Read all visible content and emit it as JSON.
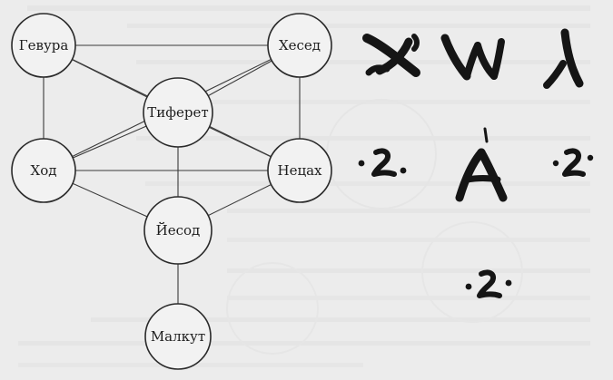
{
  "diagram": {
    "nodes": [
      {
        "id": "gevura",
        "label": "Гевура"
      },
      {
        "id": "hesed",
        "label": "Хесед"
      },
      {
        "id": "tiferet",
        "label": "Тиферет"
      },
      {
        "id": "hod",
        "label": "Ход"
      },
      {
        "id": "netsah",
        "label": "Нецах"
      },
      {
        "id": "yesod",
        "label": "Йесод"
      },
      {
        "id": "malkut",
        "label": "Малкут"
      }
    ],
    "edges": [
      [
        "gevura",
        "hesed"
      ],
      [
        "gevura",
        "tiferet"
      ],
      [
        "gevura",
        "hod"
      ],
      [
        "gevura",
        "netsah"
      ],
      [
        "hesed",
        "tiferet"
      ],
      [
        "hesed",
        "netsah"
      ],
      [
        "hesed",
        "hod"
      ],
      [
        "tiferet",
        "hod"
      ],
      [
        "tiferet",
        "netsah"
      ],
      [
        "tiferet",
        "yesod"
      ],
      [
        "hod",
        "netsah"
      ],
      [
        "hod",
        "yesod"
      ],
      [
        "netsah",
        "yesod"
      ],
      [
        "yesod",
        "malkut"
      ]
    ]
  },
  "glyphs": {
    "row1": [
      "aleph-like-script-glyph",
      "shin-like-script-glyph",
      "lamed-like-script-glyph"
    ],
    "row2": [
      "dotted-vowel-glyph",
      "alpha-like-script-glyph",
      "dotted-vowel-glyph"
    ],
    "row3": [
      "dotted-vowel-glyph"
    ]
  }
}
